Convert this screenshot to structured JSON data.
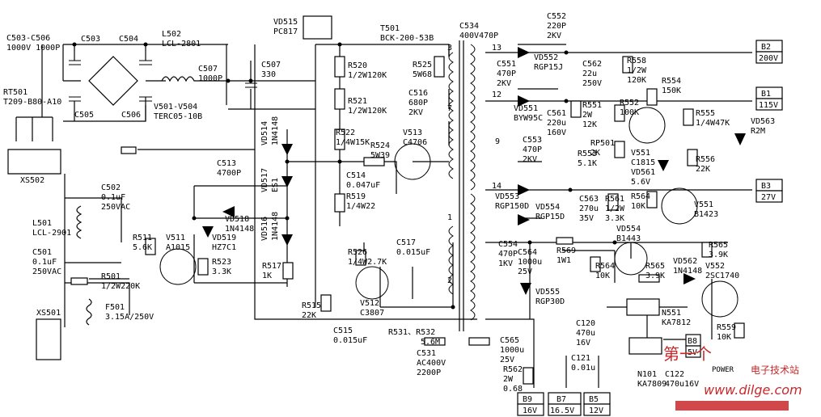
{
  "labels": {
    "c503_506_name": "C503-C506",
    "c503_506_value": "1000V 1000P",
    "c503": "C503",
    "c504": "C504",
    "c505": "C505",
    "c506": "C506",
    "l502_name": "L502",
    "l502_value": "LCL-2801",
    "c507a_name": "C507",
    "c507a_value": "1000P",
    "c507b_name": "C507",
    "c507b_value": "330",
    "v501_name": "V501-V504",
    "v501_value": "TERC05-10B",
    "rt501_name": "RT501",
    "rt501_value": "T209-B80-A10",
    "xs502": "XS502",
    "c502_name": "C502",
    "c502_value1": "0.1uF",
    "c502_value2": "250VAC",
    "l501_name": "L501",
    "l501_value": "LCL-2901",
    "c501_name": "C501",
    "c501_value1": "0.1uF",
    "c501_value2": "250VAC",
    "r501_name": "R501",
    "r501_value": "1/2W220K",
    "f501_name": "F501",
    "f501_value": "3.15A/250V",
    "xs501": "XS501",
    "vd515_name": "VD515",
    "vd515_value": "PC817",
    "r520_name": "R520",
    "r520_value": "1/2W120K",
    "r521_name": "R521",
    "r521_value": "1/2W120K",
    "r522_name": "R522",
    "r522_value": "1/4W15K",
    "vd514": "VD514",
    "vd514_value": "1N4148",
    "vd517": "VD517",
    "vd517_value": "ES1",
    "vd516": "VD516",
    "vd516_value": "1N4148",
    "r524_name": "R524",
    "r524_value": "5W39",
    "c514_name": "C514",
    "c514_value": "0.047uF",
    "r519_name": "R519",
    "r519_value": "1/4W22",
    "c513_name": "C513",
    "c513_value": "4700P",
    "vd518_name": "VD518",
    "vd518_value": "1N4148",
    "vd519_name": "VD519",
    "vd519_value": "HZ7C1",
    "v511_name": "V511",
    "v511_value": "A1015",
    "r511_name": "R511",
    "r511_value": "5.6K",
    "r523_name": "R523",
    "r523_value": "3.3K",
    "r517_name": "R517",
    "r517_value": "1K",
    "r526_name": "R526",
    "r526_value": "1/4W2.7K",
    "c517_name": "C517",
    "c517_value": "0.015uF",
    "v512_name": "V512",
    "v512_value": "C3807",
    "r515_name": "R515",
    "r515_value": "22K",
    "c515_name": "C515",
    "c515_value": "0.015uF",
    "r531_label": "R531、R532",
    "r531_value": "5.6M",
    "c531_name": "C531",
    "c531_value1": "AC400V",
    "c531_value2": "2200P",
    "t501_name": "T501",
    "t501_value": "BCK-200-53B",
    "c534_name": "C534",
    "c534_value": "400V470P",
    "r525_name": "R525",
    "r525_value": "5W68",
    "c516_name": "C516",
    "c516_value1": "680P",
    "c516_value2": "2KV",
    "v513_name": "V513",
    "v513_value": "C4706",
    "pin3": "3",
    "pin7": "7",
    "pin13": "13",
    "pin12": "12",
    "pin9": "9",
    "pin14": "14",
    "pin1": "1",
    "pin2": "2",
    "c552_name": "C552",
    "c552_value1": "220P",
    "c552_value2": "2KV",
    "c551_name": "C551",
    "c551_value1": "470P",
    "c551_value2": "2KV",
    "vd552_name": "VD552",
    "vd552_value": "RGP15J",
    "c562_name": "C562",
    "c562_value1": "22u",
    "c562_value2": "250V",
    "r558_name": "R558",
    "r558_value1": "1/2W",
    "r558_value2": "120K",
    "vd551_name": "VD551",
    "vd551_value": "BYW95C",
    "c561_name": "C561",
    "c561_value1": "220u",
    "c561_value2": "160V",
    "r551_name": "R551",
    "r551_value1": "2W",
    "r551_value2": "12K",
    "r552_name": "R552",
    "r552_value": "100K",
    "r554_name": "R554",
    "r554_value": "150K",
    "r555_name": "R555",
    "r555_value": "1/4W47K",
    "vd563_name": "VD563",
    "vd563_value": "R2M",
    "c553_name": "C553",
    "c553_value1": "470P",
    "c553_value2": "2KV",
    "rp501_name": "RP501",
    "rp501_value": "2K",
    "r553_name": "R553",
    "r553_value": "5.1K",
    "v551_name": "V551",
    "v551_value": "C1815",
    "vd561_name": "VD561",
    "vd561_value": "5.6V",
    "r556_name": "R556",
    "r556_value": "22K",
    "vd553_name": "VD553",
    "vd553_value": "RGP150D",
    "vd554_name": "VD554",
    "vd554_value": "RGP15D",
    "c563_name": "C563",
    "c563_value1": "270u",
    "c563_value2": "35V",
    "r561_name": "R561",
    "r561_value1": "1/2W",
    "r561_value2": "3.3K",
    "r564a_name": "R564",
    "r564a_value": "10K",
    "v551b_name": "V551",
    "v551b_value": "B1423",
    "c554_name": "C554",
    "c554_value1": "470P",
    "c554_value2": "1KV",
    "c564_name": "C564",
    "c564_value1": "1000u",
    "c564_value2": "25V",
    "r569_name": "R569",
    "r569_value": "1W1",
    "vd554b_name": "VD554",
    "vd554b_value": "B1443",
    "r564b_name": "R564",
    "r564b_value": "10K",
    "r565a_name": "R565",
    "r565a_value": "3.9K",
    "r565b_name": "R565",
    "r565b_value": "3.9K",
    "vd562_name": "VD562",
    "vd562_value": "1N4148",
    "v552_name": "V552",
    "v552_value": "2SC1740",
    "vd555_name": "VD555",
    "vd555_value": "RGP30D",
    "c565_name": "C565",
    "c565_value1": "1000u",
    "c565_value2": "25V",
    "r562_name": "R562",
    "r562_value1": "2W",
    "r562_value2": "0.68",
    "c120_name": "C120",
    "c120_value1": "470u",
    "c120_value2": "16V",
    "c121_name": "C121",
    "c121_value": "0.01u",
    "n551_name": "N551",
    "n551_value": "KA7812",
    "n101_name": "N101",
    "n101_value": "KA7809",
    "c122_name": "C122",
    "c122_value": "470u16V",
    "r559_name": "R559",
    "r559_value": "10K"
  },
  "terminals": {
    "b2_name": "B2",
    "b2_voltage": "200V",
    "b1_name": "B1",
    "b1_voltage": "115V",
    "b3_name": "B3",
    "b3_voltage": "27V",
    "b9_name": "B9",
    "b9_voltage": "16V",
    "b7_name": "B7",
    "b7_voltage": "16.5V",
    "b5_name": "B5",
    "b5_voltage": "12V",
    "b8_name": "B8",
    "b8_voltage": "5V",
    "power_label": "POWER"
  },
  "watermark": {
    "title_left": "第一个",
    "title_right": "电子技术站",
    "url_text": "www.dilge.com",
    "color": "#c8282a"
  }
}
